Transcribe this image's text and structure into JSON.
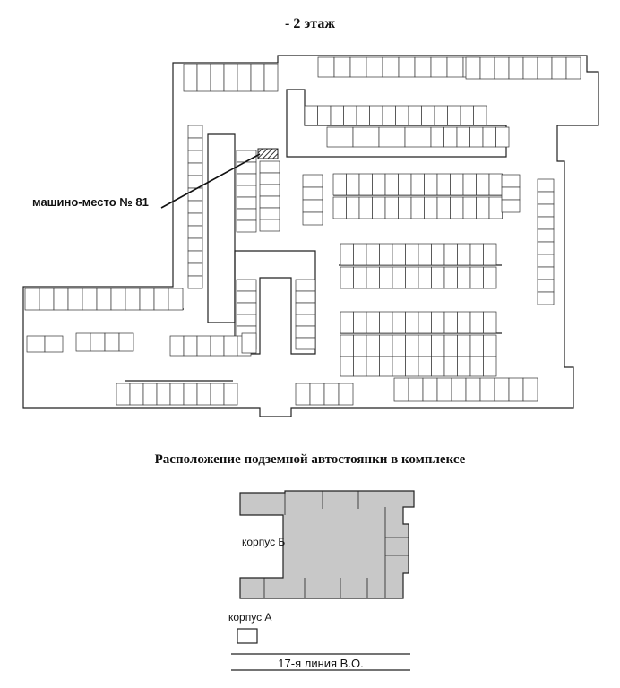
{
  "floor_title": "- 2 этаж",
  "callout_label": "машино-место № 81",
  "section_title": "Расположение подземной автостоянки в комплексе",
  "building_b_label": "корпус Б",
  "building_a_label": "корпус А",
  "street_label": "17-я линия В.О.",
  "colors": {
    "line": "#222222",
    "building_fill": "#c8c8c8",
    "highlight": "#555555"
  }
}
